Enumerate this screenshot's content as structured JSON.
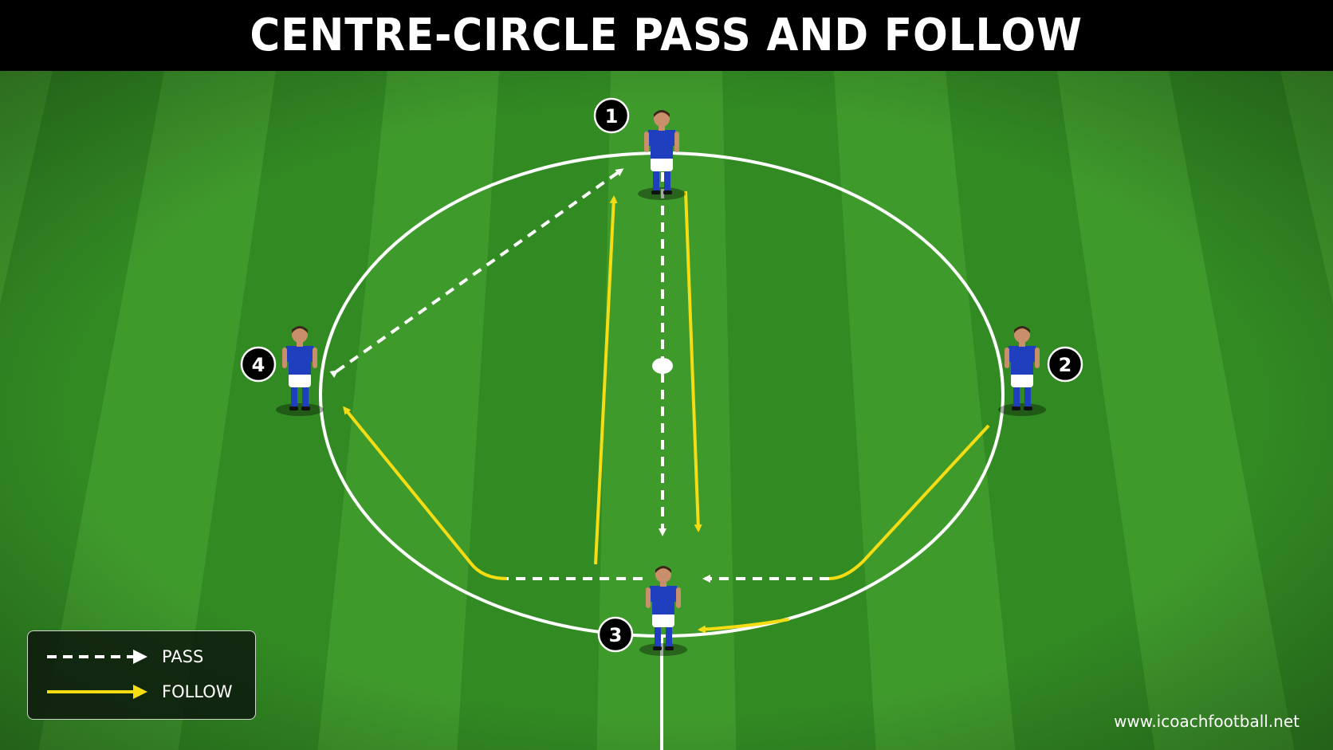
{
  "title": "CENTRE-CIRCLE PASS AND FOLLOW",
  "colors": {
    "pitch_light": "#3f9a2c",
    "pitch_dark": "#2f8420",
    "line_white": "#ffffff",
    "follow_yellow": "#f5dc13",
    "jersey_blue": "#1f3fbf",
    "badge_black": "#000000"
  },
  "players": [
    {
      "number": "1"
    },
    {
      "number": "2"
    },
    {
      "number": "3"
    },
    {
      "number": "4"
    }
  ],
  "legend": {
    "pass_label": "PASS",
    "follow_label": "FOLLOW"
  },
  "website": "www.icoachfootball.net"
}
